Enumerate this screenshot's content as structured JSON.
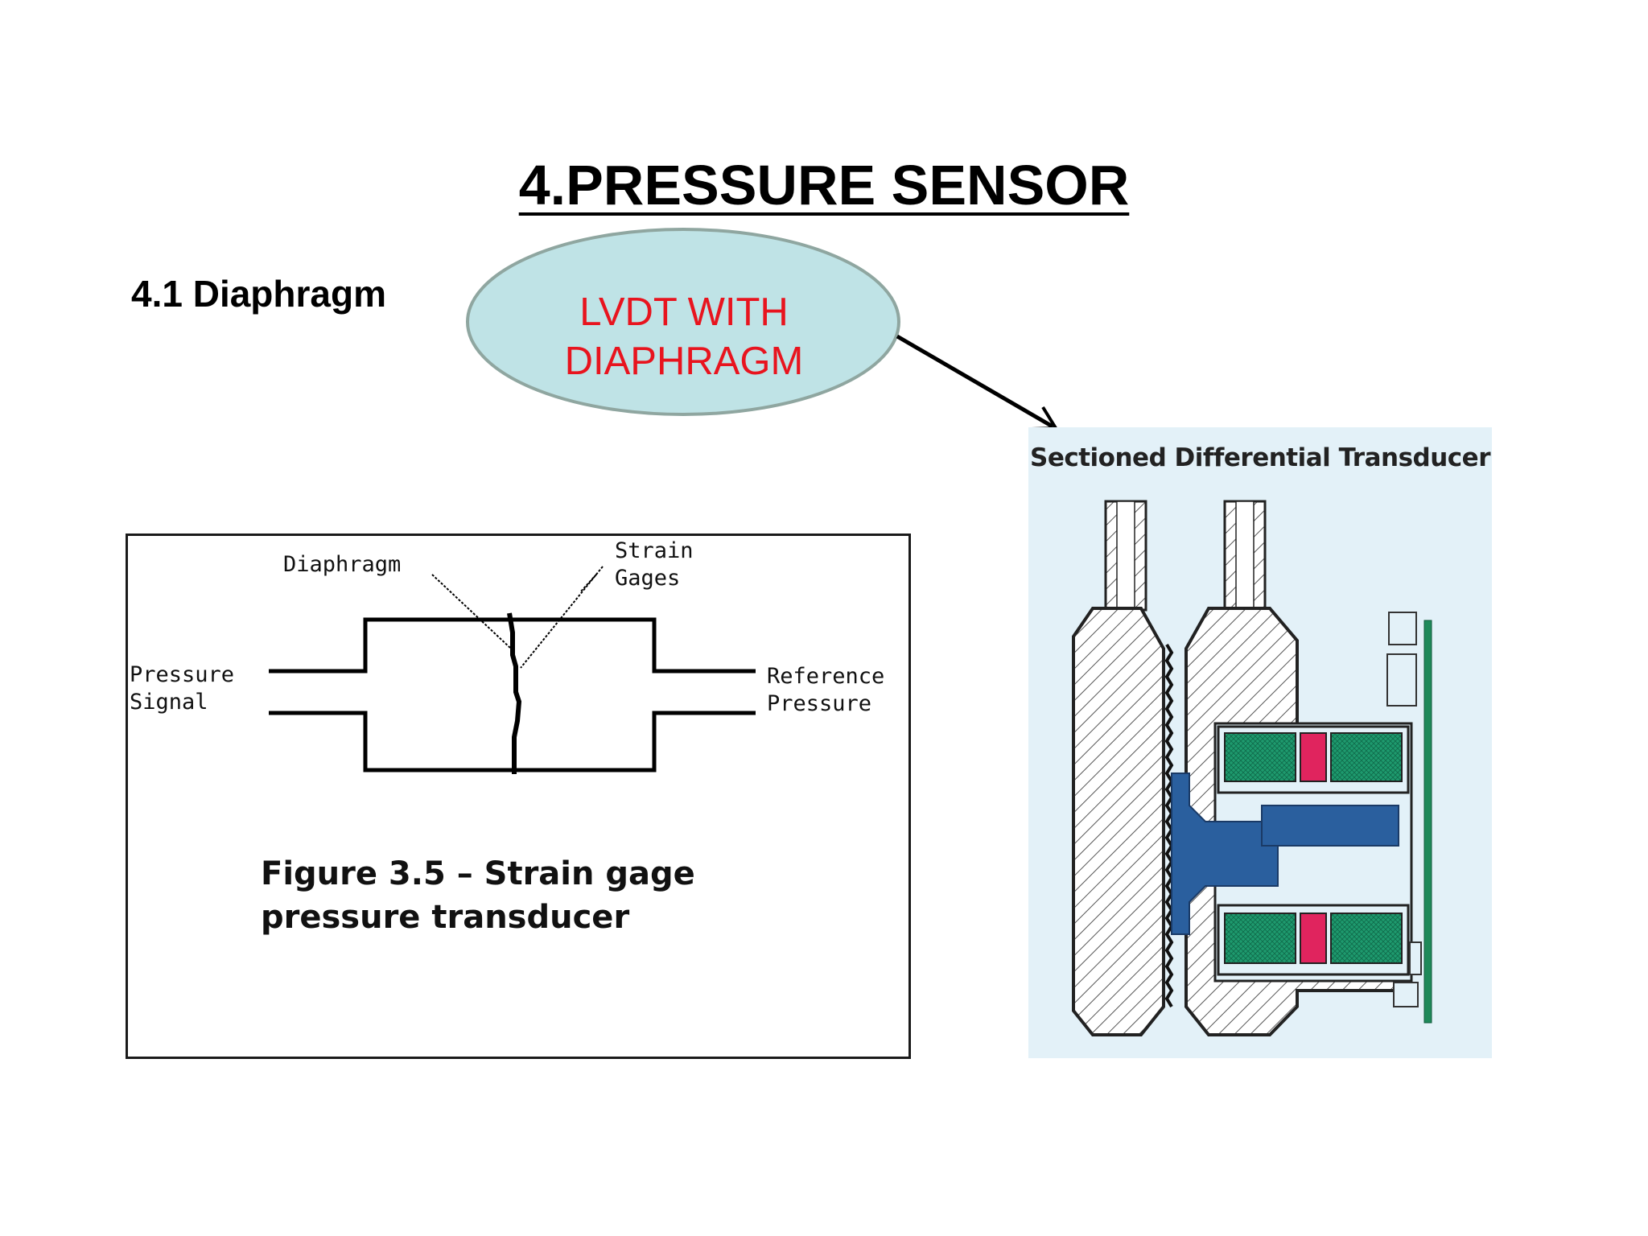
{
  "slide": {
    "title": "4.PRESSURE SENSOR",
    "subtitle": "4.1 Diaphragm"
  },
  "callout": {
    "line1": "LVDT WITH",
    "line2": "DIAPHRAGM",
    "fill_color": "#bfe3e6",
    "text_color": "#e8141e"
  },
  "strain_gage_figure": {
    "label_diaphragm": "Diaphragm",
    "label_strain": "Strain",
    "label_gages": "Gages",
    "label_pressure": "Pressure",
    "label_signal": "Signal",
    "label_reference": "Reference",
    "label_reference_pressure": "Pressure",
    "caption_line1": "Figure 3.5 – Strain gage",
    "caption_line2": "pressure transducer"
  },
  "lvdt_figure": {
    "title": "Sectioned Differential Transducer",
    "coil_color": "#1e9a6e",
    "core_color": "#2a5f9e",
    "center_coil_color": "#e0245e",
    "board_color": "#1f8a5a"
  }
}
